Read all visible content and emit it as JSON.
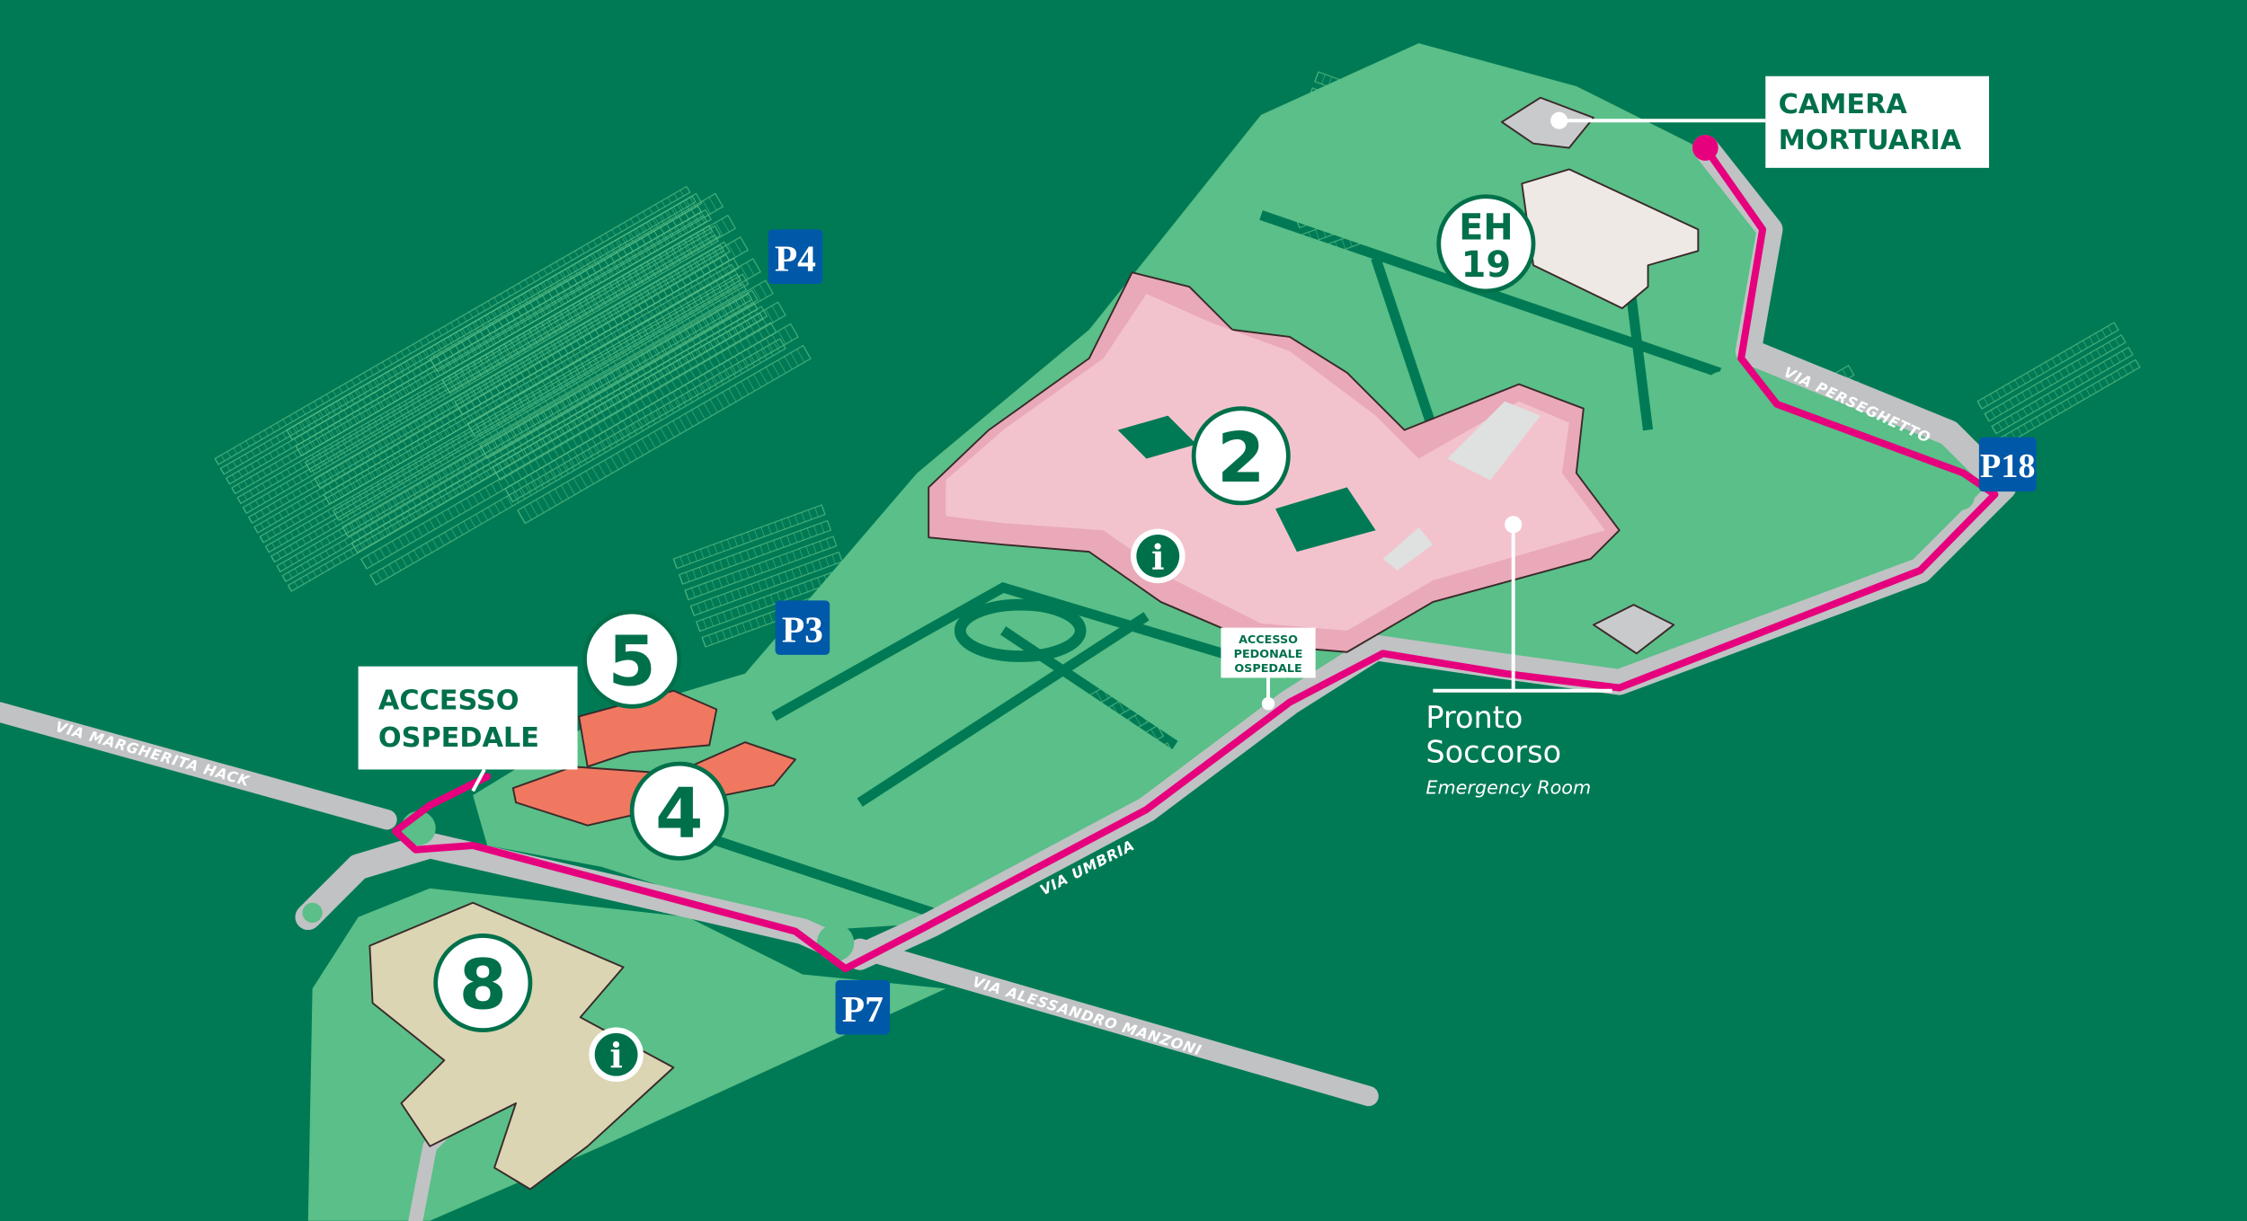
{
  "map": {
    "colors": {
      "background": "#007a55",
      "campus": "#5abf88",
      "road": "#c0c2c4",
      "route": "#e6007e",
      "parking_blue": "#0058a8",
      "hospital": "#eeb7c3",
      "building_4_5": "#f07860",
      "building_8": "#dbd5b3"
    },
    "callouts": {
      "camera_mortuaria": [
        "CAMERA",
        "MORTUARIA"
      ],
      "accesso_ospedale": [
        "ACCESSO",
        "OSPEDALE"
      ],
      "accesso_pedonale": [
        "ACCESSO",
        "PEDONALE",
        "OSPEDALE"
      ],
      "pronto_soccorso": {
        "title": [
          "Pronto",
          "Soccorso"
        ],
        "subtitle": "Emergency Room"
      }
    },
    "buildings": [
      {
        "id": "2",
        "label": "2"
      },
      {
        "id": "4",
        "label": "4"
      },
      {
        "id": "5",
        "label": "5"
      },
      {
        "id": "8",
        "label": "8"
      },
      {
        "id": "eh19",
        "label": [
          "EH",
          "19"
        ]
      }
    ],
    "info_icon": "i",
    "parkings": [
      "P4",
      "P3",
      "P7",
      "P18"
    ],
    "streets": [
      "VIA MARGHERITA HACK",
      "VIA UMBRIA",
      "VIA ALESSANDRO MANZONI",
      "VIA PERSEGHETTO"
    ]
  }
}
